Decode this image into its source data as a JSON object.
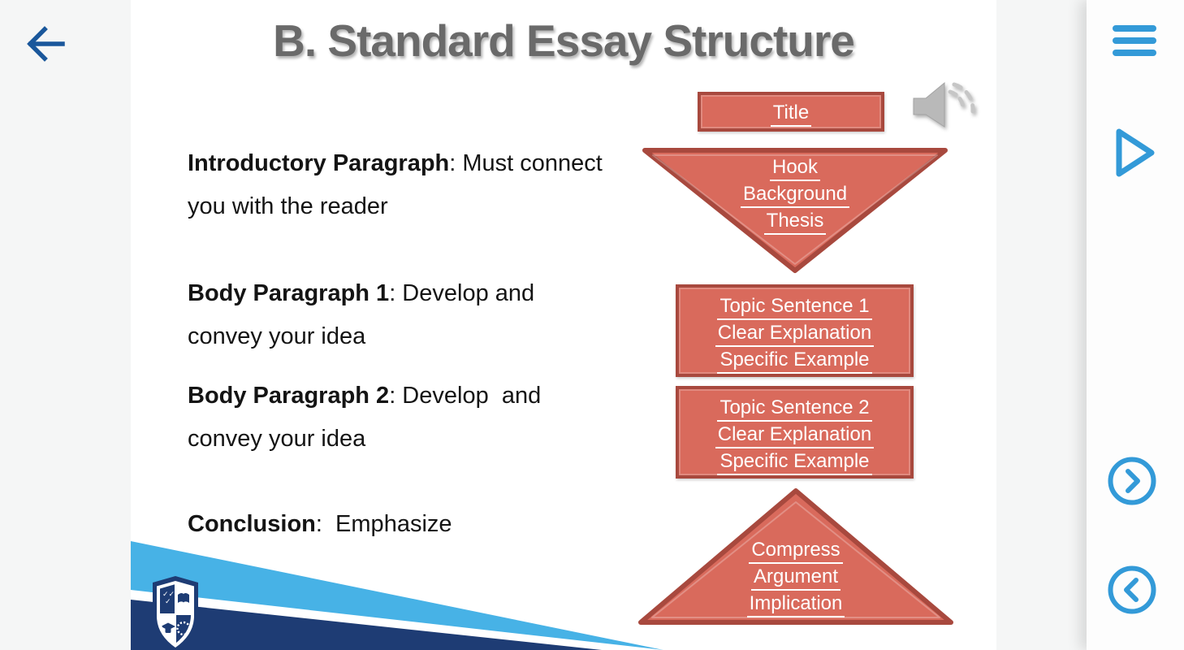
{
  "window": {
    "background_color": "#f5f6f6",
    "accent_blue": "#339ad8",
    "back_arrow_blue": "#1a579b"
  },
  "toolbar": {
    "back_icon": "back-arrow"
  },
  "sidebar": {
    "menu_icon": "menu",
    "play_icon": "play",
    "next_icon": "next-chevron",
    "prev_icon": "previous-chevron"
  },
  "slide": {
    "title": "B. Standard Essay Structure",
    "bullets": [
      {
        "label": "Introductory Paragraph",
        "rest": ": Must connect you with the reader"
      },
      {
        "label": "Body Paragraph 1",
        "rest": ": Develop and convey your idea"
      },
      {
        "label": "Body Paragraph 2",
        "rest": ": Develop  and convey your idea"
      },
      {
        "label": "Conclusion",
        "rest": ":  Emphasize"
      }
    ],
    "audio_icon": "speaker",
    "logo": "school-crest",
    "diagram": {
      "shape_fill": "#d96a5c",
      "shape_border": "#a8493e",
      "title_box": {
        "lines": [
          "Title"
        ]
      },
      "intro_triangle": {
        "lines": [
          "Hook",
          "Background",
          "Thesis"
        ]
      },
      "body_box_1": {
        "lines": [
          "Topic Sentence 1",
          "Clear Explanation",
          "Specific Example"
        ]
      },
      "body_box_2": {
        "lines": [
          "Topic Sentence 2",
          "Clear Explanation",
          "Specific Example"
        ]
      },
      "conclusion_triangle": {
        "lines": [
          "Compress",
          "Argument",
          "Implication"
        ]
      }
    },
    "ribbon_colors": {
      "light_blue": "#47b2e6",
      "navy": "#1e3c74"
    }
  }
}
